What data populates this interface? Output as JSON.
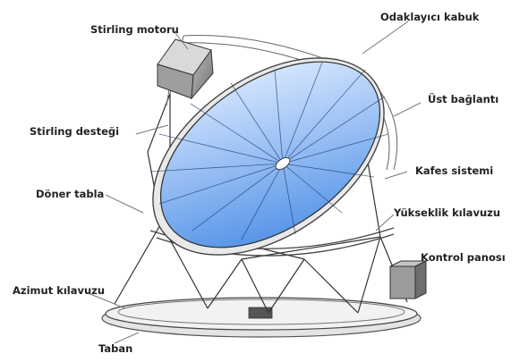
{
  "labels": {
    "stirling_motor": "Stirling motoru",
    "stirling_support": "Stirling desteği",
    "rotating_table": "Döner tabla",
    "azimuth_guide": "Azimut kılavuzu",
    "base": "Taban",
    "concentrator_shell": "Odaklayıcı kabuk",
    "top_connection": "Üst bağlantı",
    "truss_system": "Kafes sistemi",
    "elevation_guide": "Yükseklik kılavuzu",
    "control_panel": "Kontrol panosı"
  },
  "colors": {
    "dish_light": "#dceaff",
    "dish_dark": "#4f8fe6",
    "line": "#333333",
    "leader": "#777777"
  }
}
